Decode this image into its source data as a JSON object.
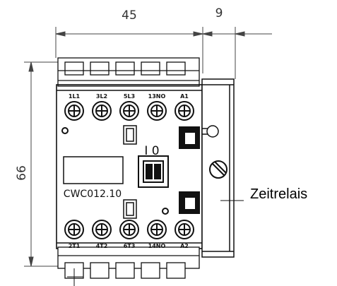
{
  "dimensions": {
    "width_mm": "45",
    "depth_mm": "9",
    "height_mm": "66"
  },
  "terminals": {
    "top": [
      "1L1",
      "3L2",
      "5L3",
      "13NO",
      "A1"
    ],
    "bottom": [
      "2T1",
      "4T2",
      "6T3",
      "14NO",
      "A2"
    ]
  },
  "device": {
    "model": "CWC012.10",
    "switch_indicator": "I 0"
  },
  "callout": {
    "label": "Zeitrelais"
  },
  "colors": {
    "line": "#111111",
    "dimension_line": "#444444",
    "background": "#ffffff"
  }
}
